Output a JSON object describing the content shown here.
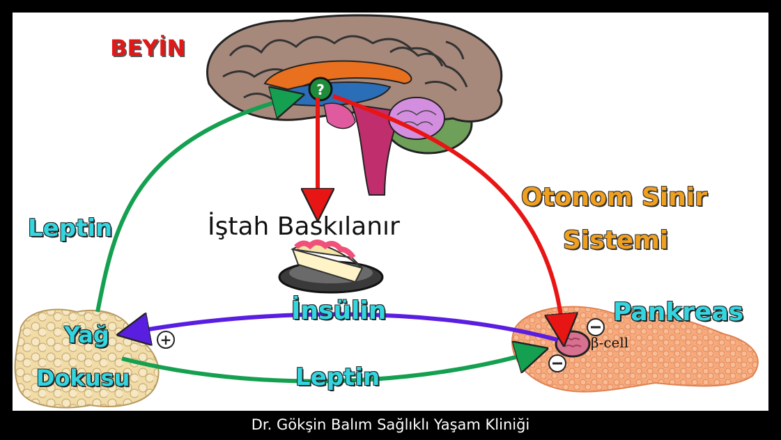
{
  "labels": {
    "brain": "BEYİN",
    "appetite": "İştah Baskılanır",
    "leptin_left": "Leptin",
    "insulin": "İnsülin",
    "leptin_bottom": "Leptin",
    "fat_tissue_line1": "Yağ",
    "fat_tissue_line2": "Dokusu",
    "pancreas": "Pankreas",
    "autonomic_line1": "Otonom Sinir",
    "autonomic_line2": "Sistemi",
    "beta_cell": "β-cell",
    "hypothalamus_mark": "?",
    "plus_sign": "+"
  },
  "footer": "Dr. Gökşin Balım Sağlıklı Yaşam Kliniği",
  "colors": {
    "label_cyan": "#33d6e0",
    "label_orange": "#f0a020",
    "brain_title_red": "#e01818",
    "arrow_red": "#e81515",
    "arrow_green": "#14a050",
    "arrow_blue": "#5a1ee0"
  },
  "icons": [
    "brain-illustration",
    "cake-slice-icon",
    "fat-tissue-illustration",
    "pancreas-illustration"
  ]
}
